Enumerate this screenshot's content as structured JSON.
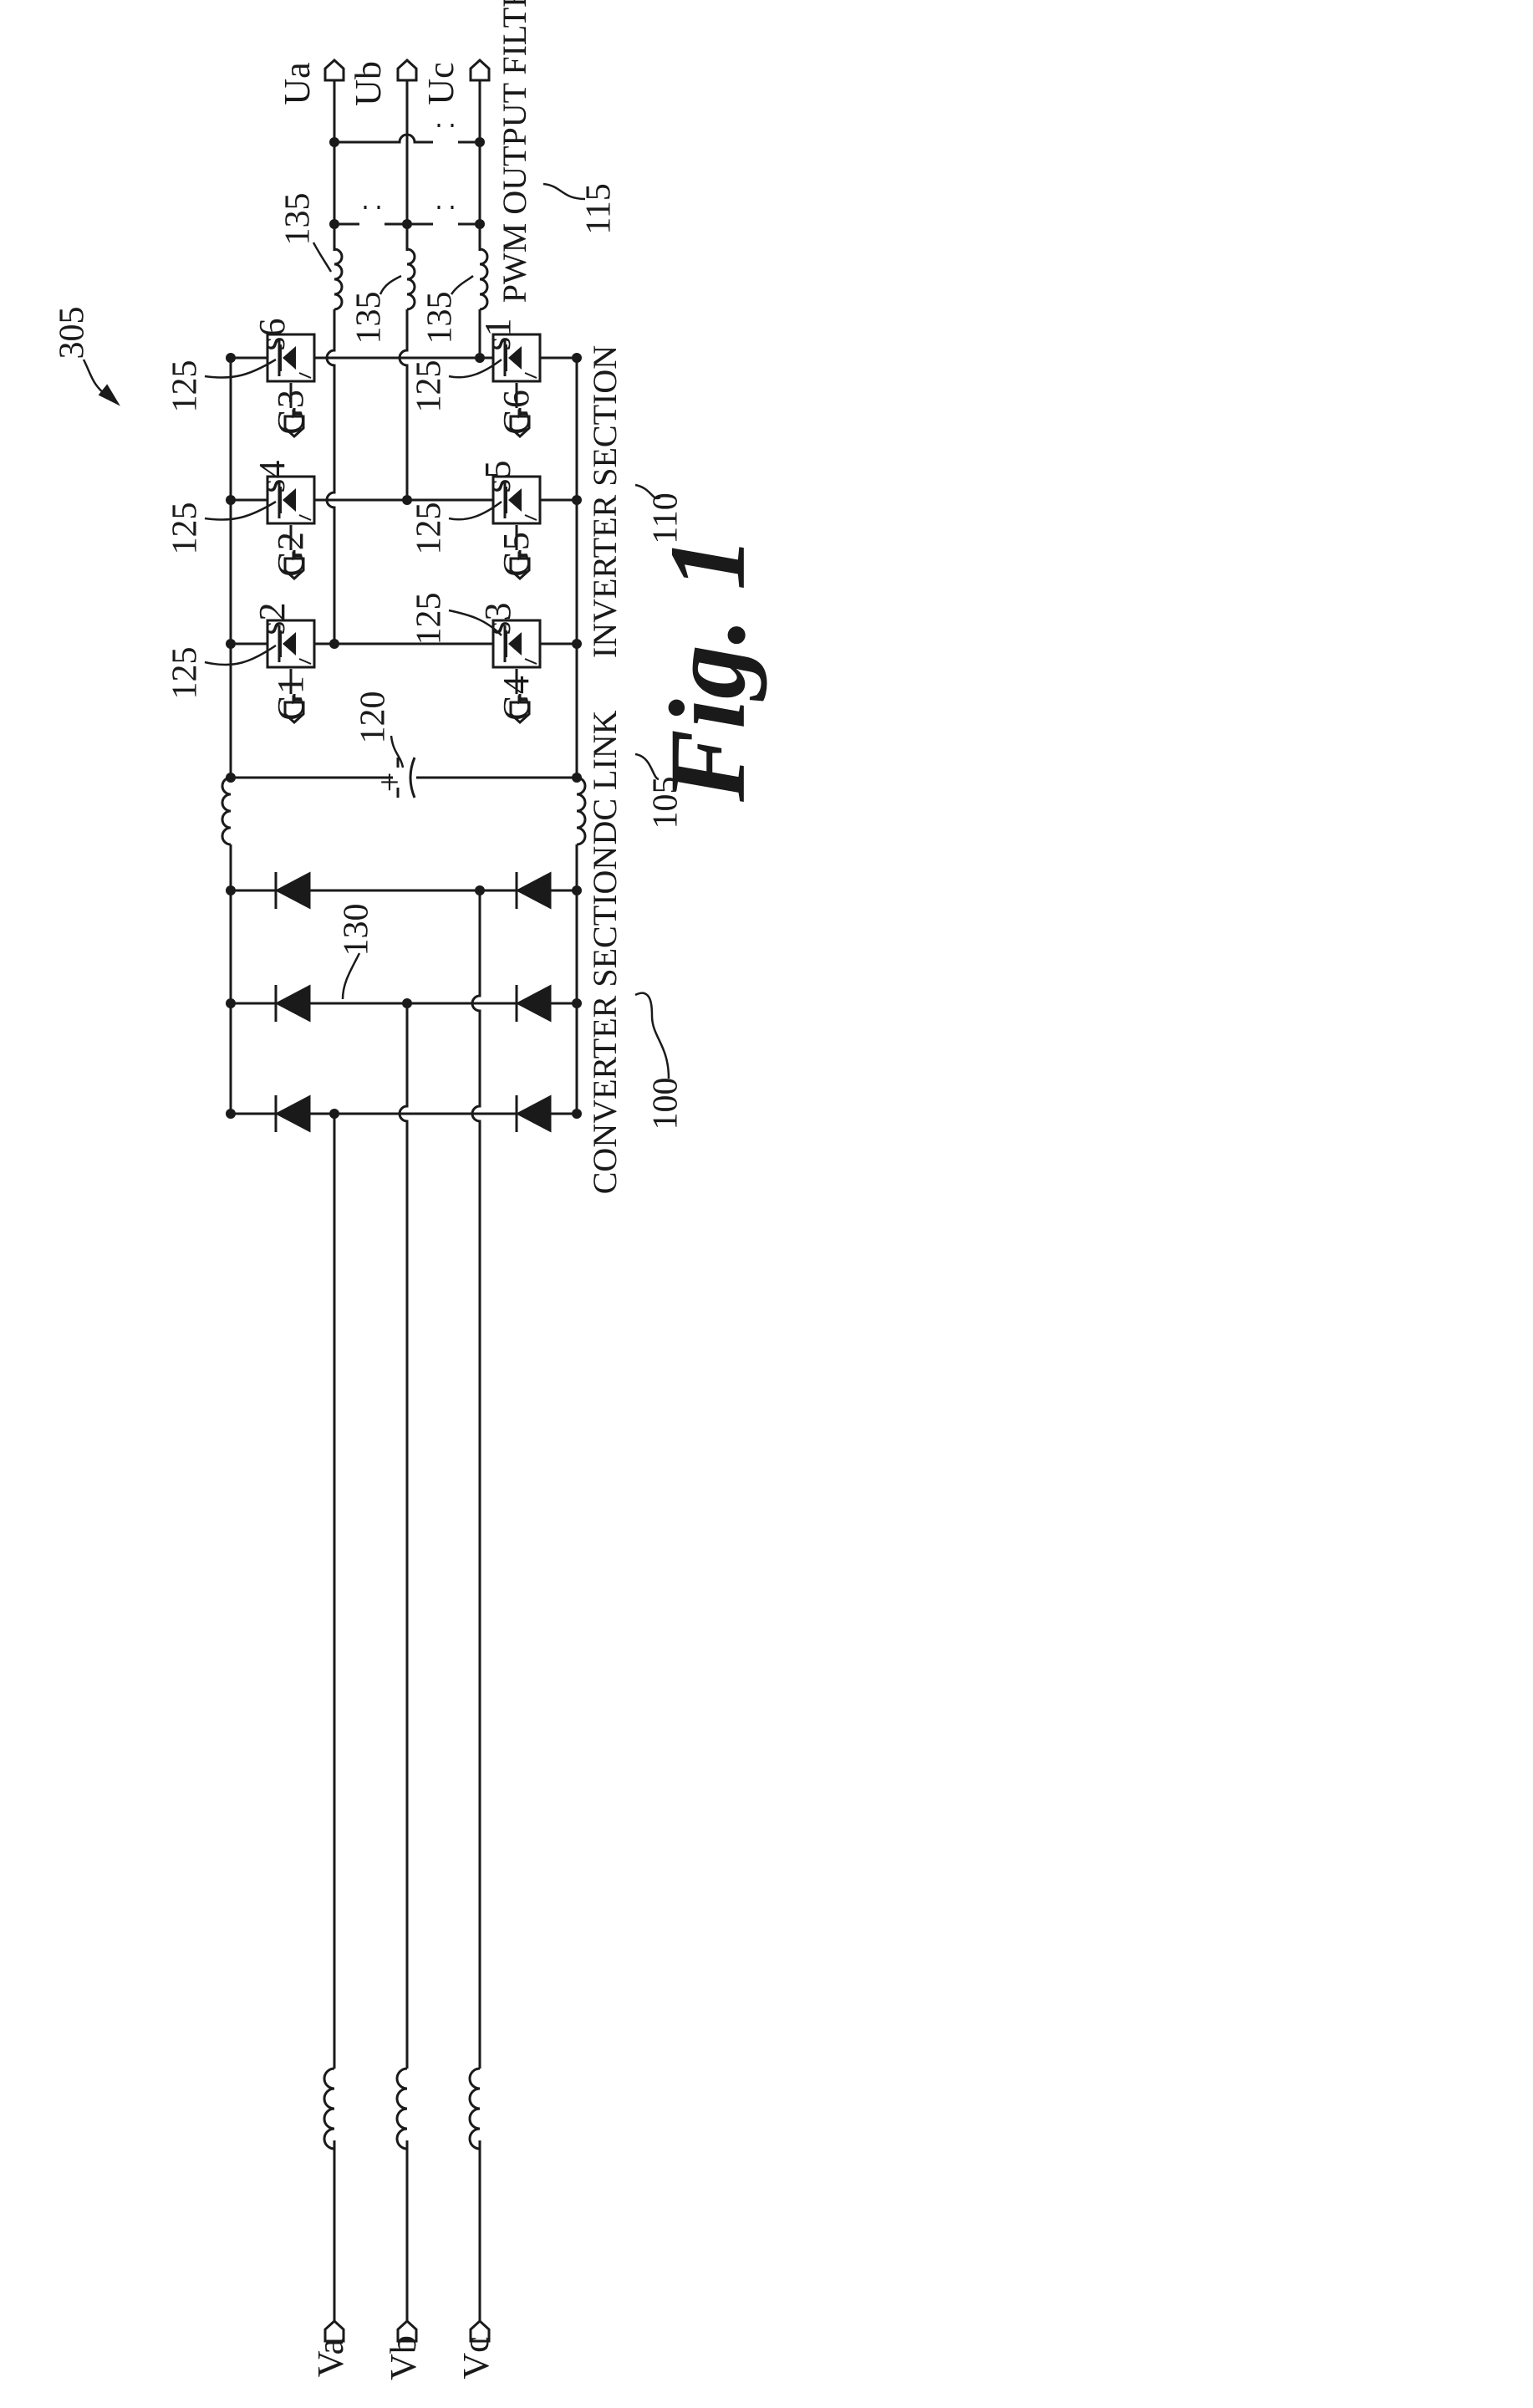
{
  "figure": {
    "number_label": "305",
    "title": "Fig. 1",
    "colors": {
      "ink": "#1a1a1a",
      "background": "#ffffff"
    }
  },
  "inputs": [
    {
      "label": "Va"
    },
    {
      "label": "Vb"
    },
    {
      "label": "Vc"
    }
  ],
  "outputs": [
    {
      "label": "Ua"
    },
    {
      "label": "Ub"
    },
    {
      "label": "Uc"
    }
  ],
  "gates": [
    "G1",
    "G2",
    "G3",
    "G4",
    "G5",
    "G6"
  ],
  "switches": [
    "s1",
    "s2",
    "s3",
    "s4",
    "s5",
    "s6"
  ],
  "sections": {
    "converter": {
      "title": "CONVERTER SECTION",
      "ref": "100"
    },
    "dc_link": {
      "title": "DC LINK",
      "ref": "105"
    },
    "inverter": {
      "title": "INVERTER SECTION",
      "ref": "110"
    },
    "filter": {
      "title": "PWM OUTPUT FILTER",
      "ref": "115"
    }
  },
  "refs": {
    "switch": "125",
    "capacitor": "120",
    "rectifier": "130",
    "inductor": "135"
  }
}
